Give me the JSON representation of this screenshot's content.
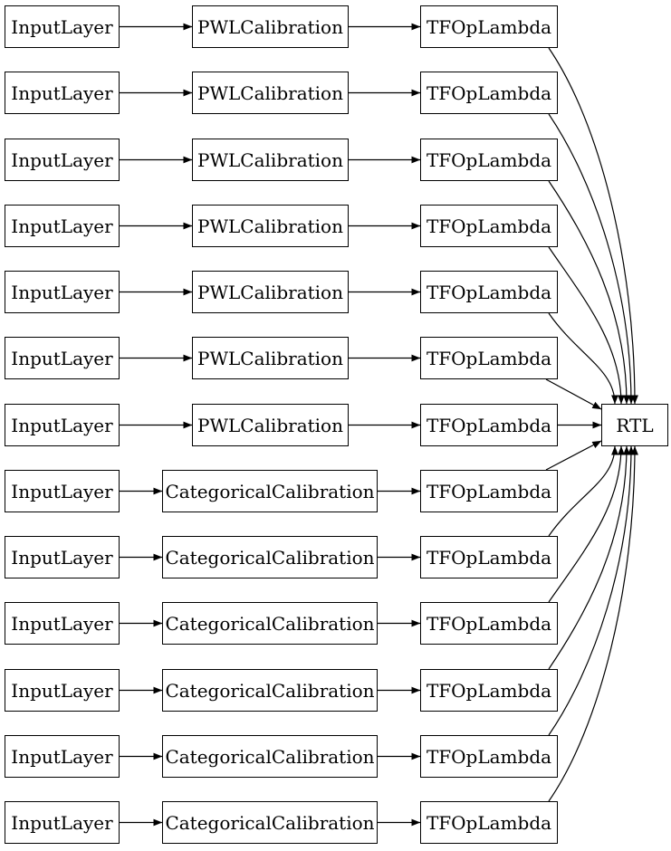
{
  "diagram": {
    "background_color": "#ffffff",
    "node_fill_color": "#ffffff",
    "node_border_color": "#000000",
    "edge_color": "#000000",
    "output_node": {
      "id": "rtl",
      "label": "RTL"
    },
    "rows": [
      {
        "input": "InputLayer",
        "calibration": "PWLCalibration",
        "lambda": "TFOpLambda"
      },
      {
        "input": "InputLayer",
        "calibration": "PWLCalibration",
        "lambda": "TFOpLambda"
      },
      {
        "input": "InputLayer",
        "calibration": "PWLCalibration",
        "lambda": "TFOpLambda"
      },
      {
        "input": "InputLayer",
        "calibration": "PWLCalibration",
        "lambda": "TFOpLambda"
      },
      {
        "input": "InputLayer",
        "calibration": "PWLCalibration",
        "lambda": "TFOpLambda"
      },
      {
        "input": "InputLayer",
        "calibration": "PWLCalibration",
        "lambda": "TFOpLambda"
      },
      {
        "input": "InputLayer",
        "calibration": "PWLCalibration",
        "lambda": "TFOpLambda"
      },
      {
        "input": "InputLayer",
        "calibration": "CategoricalCalibration",
        "lambda": "TFOpLambda"
      },
      {
        "input": "InputLayer",
        "calibration": "CategoricalCalibration",
        "lambda": "TFOpLambda"
      },
      {
        "input": "InputLayer",
        "calibration": "CategoricalCalibration",
        "lambda": "TFOpLambda"
      },
      {
        "input": "InputLayer",
        "calibration": "CategoricalCalibration",
        "lambda": "TFOpLambda"
      },
      {
        "input": "InputLayer",
        "calibration": "CategoricalCalibration",
        "lambda": "TFOpLambda"
      },
      {
        "input": "InputLayer",
        "calibration": "CategoricalCalibration",
        "lambda": "TFOpLambda"
      }
    ],
    "edges": [
      {
        "from": "input-0",
        "to": "calibration-0"
      },
      {
        "from": "input-1",
        "to": "calibration-1"
      },
      {
        "from": "input-2",
        "to": "calibration-2"
      },
      {
        "from": "input-3",
        "to": "calibration-3"
      },
      {
        "from": "input-4",
        "to": "calibration-4"
      },
      {
        "from": "input-5",
        "to": "calibration-5"
      },
      {
        "from": "input-6",
        "to": "calibration-6"
      },
      {
        "from": "input-7",
        "to": "calibration-7"
      },
      {
        "from": "input-8",
        "to": "calibration-8"
      },
      {
        "from": "input-9",
        "to": "calibration-9"
      },
      {
        "from": "input-10",
        "to": "calibration-10"
      },
      {
        "from": "input-11",
        "to": "calibration-11"
      },
      {
        "from": "input-12",
        "to": "calibration-12"
      },
      {
        "from": "calibration-0",
        "to": "lambda-0"
      },
      {
        "from": "calibration-1",
        "to": "lambda-1"
      },
      {
        "from": "calibration-2",
        "to": "lambda-2"
      },
      {
        "from": "calibration-3",
        "to": "lambda-3"
      },
      {
        "from": "calibration-4",
        "to": "lambda-4"
      },
      {
        "from": "calibration-5",
        "to": "lambda-5"
      },
      {
        "from": "calibration-6",
        "to": "lambda-6"
      },
      {
        "from": "calibration-7",
        "to": "lambda-7"
      },
      {
        "from": "calibration-8",
        "to": "lambda-8"
      },
      {
        "from": "calibration-9",
        "to": "lambda-9"
      },
      {
        "from": "calibration-10",
        "to": "lambda-10"
      },
      {
        "from": "calibration-11",
        "to": "lambda-11"
      },
      {
        "from": "calibration-12",
        "to": "lambda-12"
      },
      {
        "from": "lambda-0",
        "to": "rtl"
      },
      {
        "from": "lambda-1",
        "to": "rtl"
      },
      {
        "from": "lambda-2",
        "to": "rtl"
      },
      {
        "from": "lambda-3",
        "to": "rtl"
      },
      {
        "from": "lambda-4",
        "to": "rtl"
      },
      {
        "from": "lambda-5",
        "to": "rtl"
      },
      {
        "from": "lambda-6",
        "to": "rtl"
      },
      {
        "from": "lambda-7",
        "to": "rtl"
      },
      {
        "from": "lambda-8",
        "to": "rtl"
      },
      {
        "from": "lambda-9",
        "to": "rtl"
      },
      {
        "from": "lambda-10",
        "to": "rtl"
      },
      {
        "from": "lambda-11",
        "to": "rtl"
      },
      {
        "from": "lambda-12",
        "to": "rtl"
      }
    ]
  }
}
